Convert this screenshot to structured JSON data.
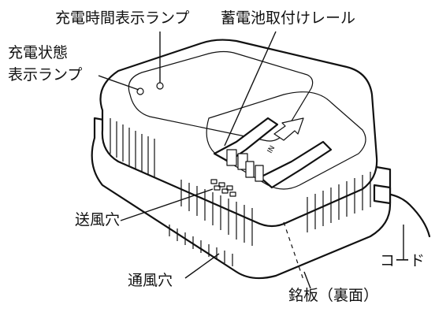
{
  "labels": {
    "charge_time_lamp": "充電時間表示ランプ",
    "battery_rail": "蓄電池取付けレール",
    "charge_status_lamp_line1": "充電状態",
    "charge_status_lamp_line2": "表示ランプ",
    "air_inlet_top": "送風穴",
    "air_vent_bottom": "通風穴",
    "cord": "コード",
    "nameplate": "銘板（裏面）"
  },
  "embossed": {
    "in_mark": "IN"
  }
}
